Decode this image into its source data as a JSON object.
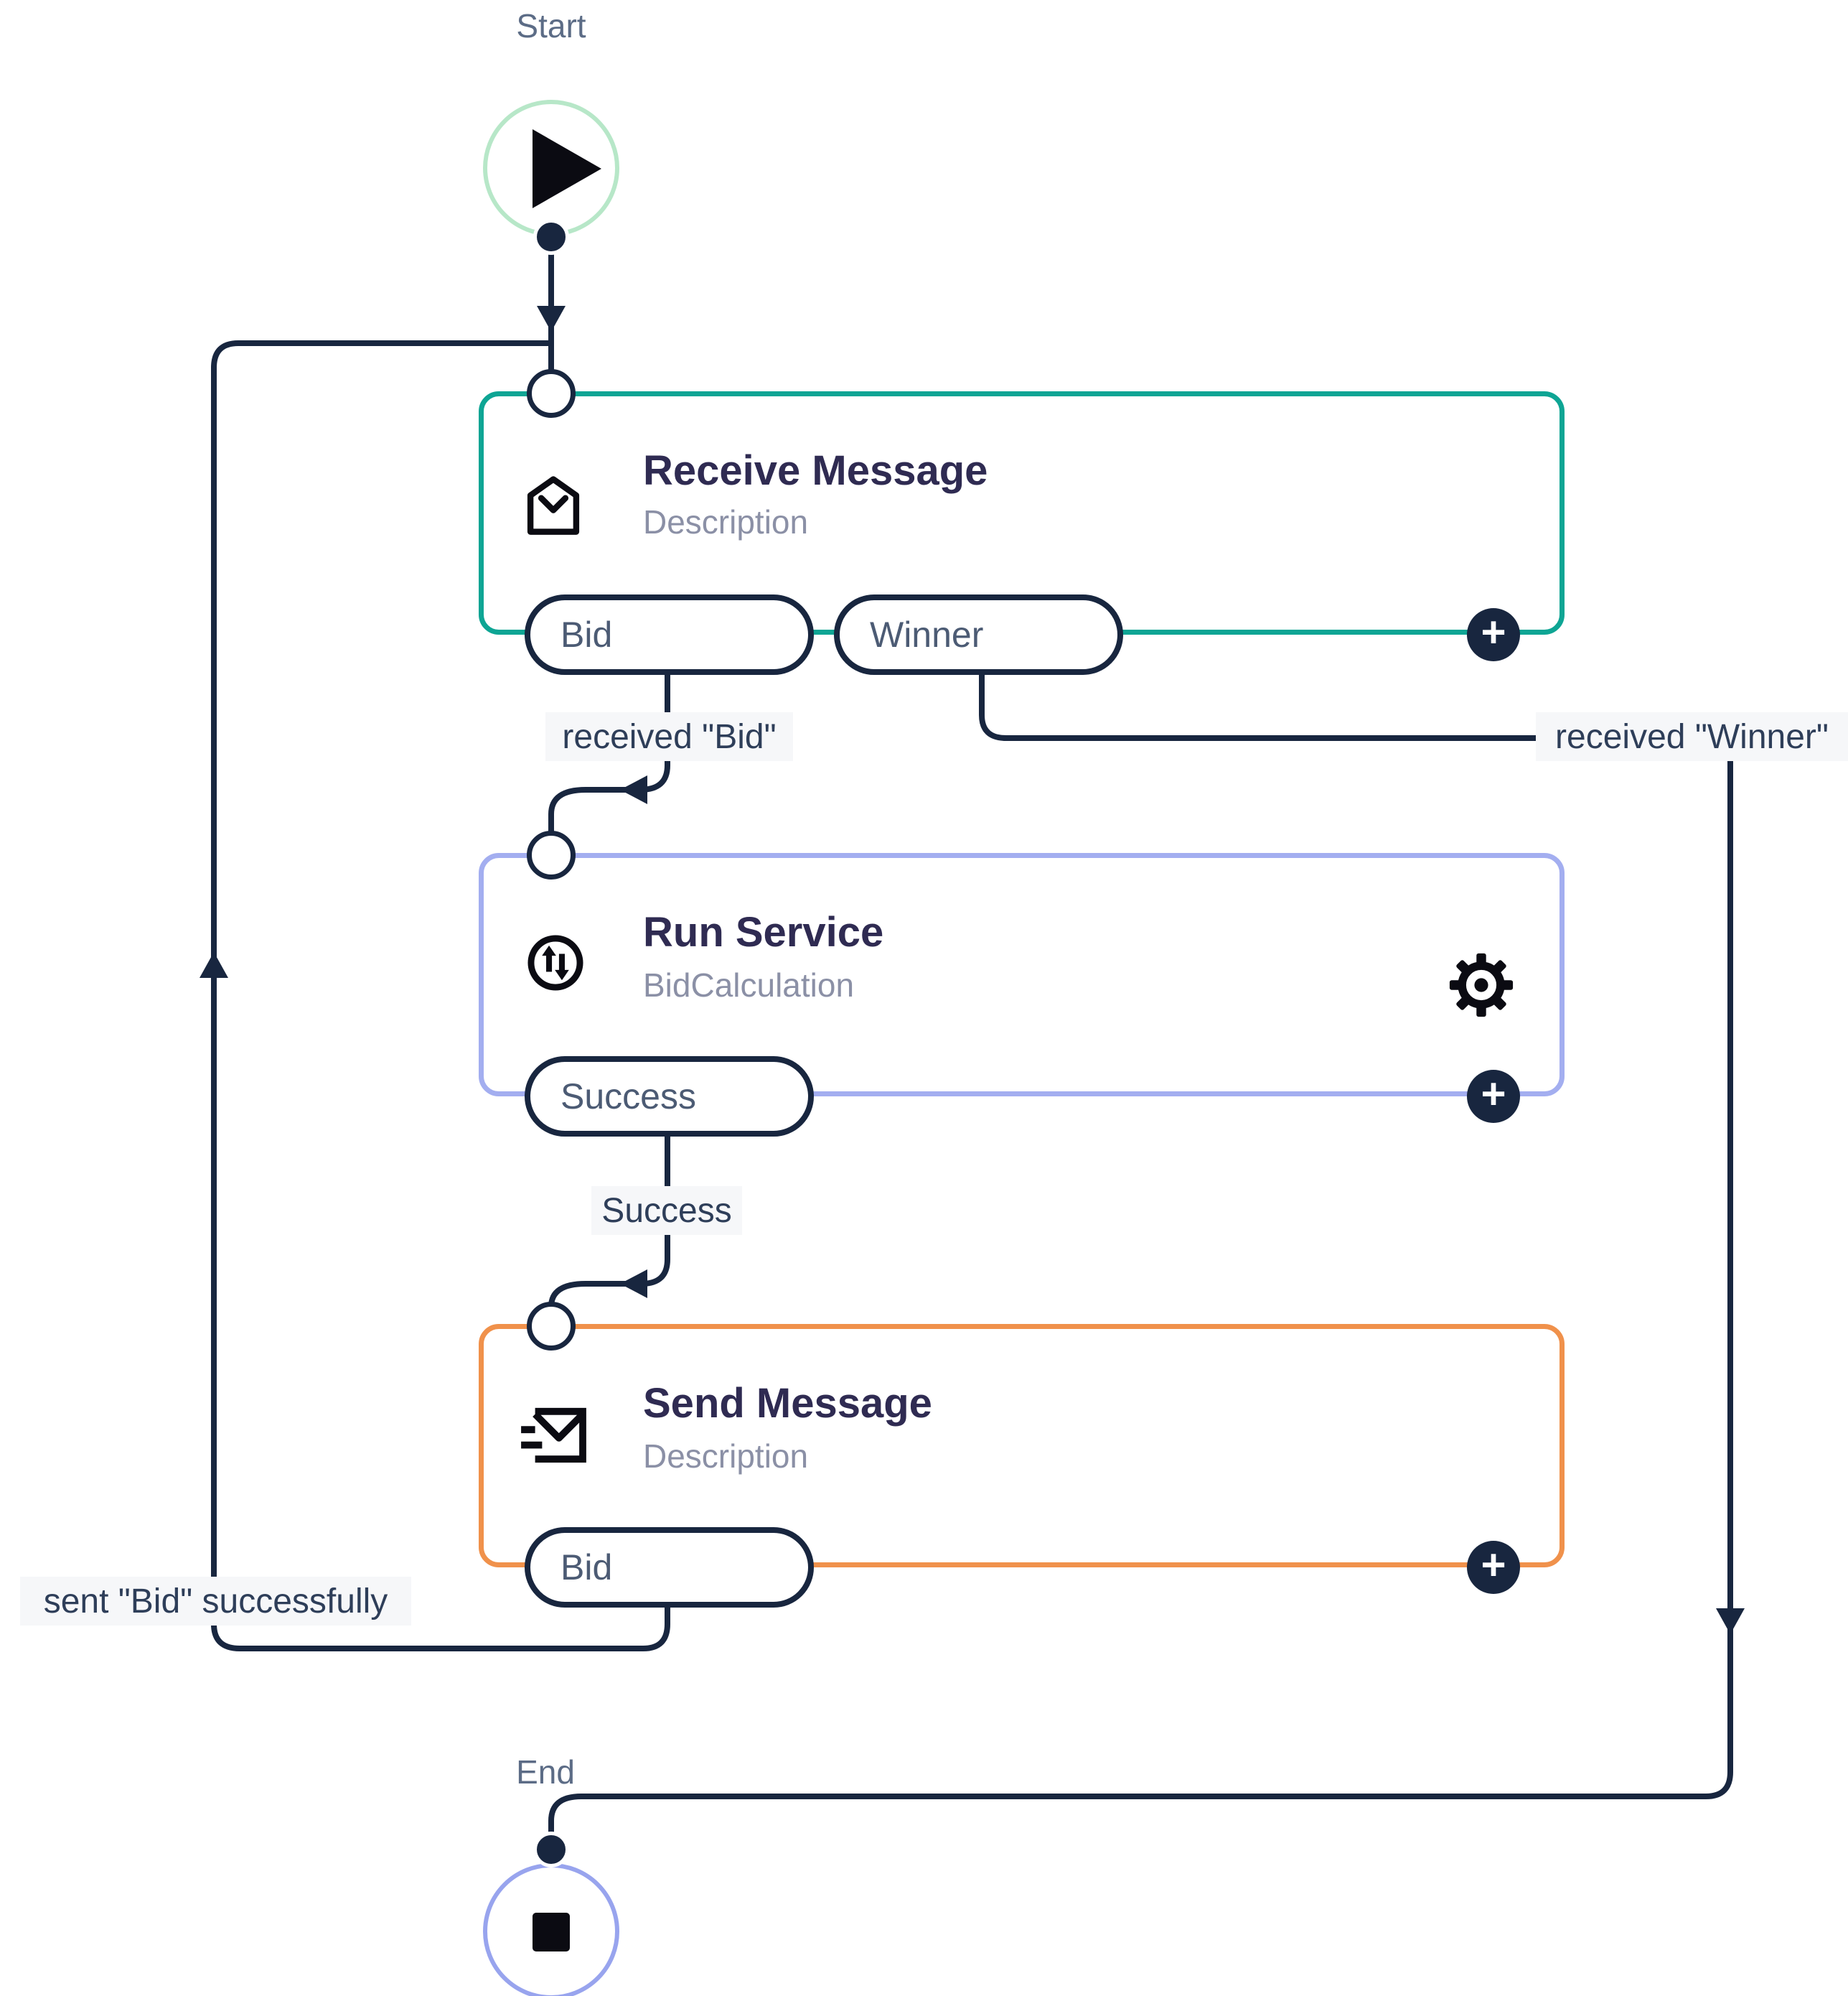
{
  "diagram": {
    "start": {
      "label": "Start"
    },
    "end": {
      "label": "End"
    },
    "nodes": [
      {
        "id": "receive-message",
        "title": "Receive Message",
        "subtitle": "Description",
        "icon": "receive-message-icon",
        "accent_color": "#0EA594",
        "outputs": [
          "Bid",
          "Winner"
        ]
      },
      {
        "id": "run-service",
        "title": "Run Service",
        "subtitle": "BidCalculation",
        "icon": "run-service-icon",
        "accent_color": "#A3AEF0",
        "outputs": [
          "Success"
        ]
      },
      {
        "id": "send-message",
        "title": "Send Message",
        "subtitle": "Description",
        "icon": "send-message-icon",
        "accent_color": "#F0914B",
        "outputs": [
          "Bid"
        ]
      }
    ],
    "edge_labels": {
      "received_bid": "received \"Bid\"",
      "received_winner": "received \"Winner\"",
      "success": "Success",
      "sent_bid": "sent \"Bid\" successfully"
    },
    "add_button_label": "+",
    "colors": {
      "edge": "#18263F",
      "teal": "#0EA594",
      "periwinkle": "#A3AEF0",
      "orange": "#F0914B",
      "start_ring": "#B7E7C8",
      "end_ring": "#98A4EE",
      "title": "#2F2B52",
      "subtitle": "#8B90A6",
      "pill_text": "#4C5B74",
      "label_text": "#2E3E59",
      "label_bg": "#F6F7F9",
      "startend_label": "#5C6C86"
    }
  }
}
